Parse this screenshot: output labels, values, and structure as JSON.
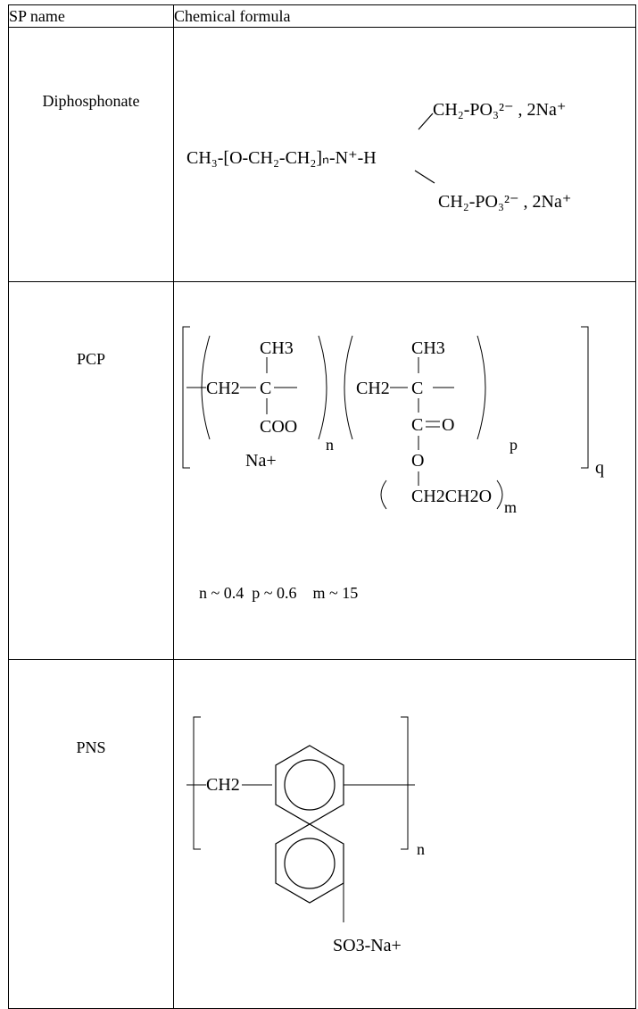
{
  "table": {
    "headers": {
      "name": "SP name",
      "formula": "Chemical formula"
    },
    "rows": [
      {
        "name": "Diphosphonate",
        "formula": {
          "main": "CH₃-[O-CH₂-CH₂]ₙ-N⁺-H",
          "branch_upper": "CH₂-PO₃²⁻ , 2Na⁺",
          "branch_lower": "CH₂-PO₃²⁻ , 2Na⁺"
        }
      },
      {
        "name": "PCP",
        "formula": {
          "ch3_left": "CH3",
          "ch2_left": "CH2",
          "c_left": "C",
          "coo": "COO",
          "na": "Na+",
          "sub_n": "n",
          "ch3_right": "CH3",
          "ch2_right": "CH2",
          "c_right": "C",
          "c_eq_o": "C",
          "o_eq": "O",
          "o_link": "O",
          "chain": "CH2CH2O",
          "sub_m": "m",
          "sub_p": "p",
          "sub_q": "q",
          "ratio_note": "n ~ 0.4  p ~ 0.6    m ~ 15"
        }
      },
      {
        "name": "PNS",
        "formula": {
          "ch2": "CH2",
          "sub_n": "n",
          "sulfonate": "SO3-Na+"
        }
      }
    ]
  }
}
